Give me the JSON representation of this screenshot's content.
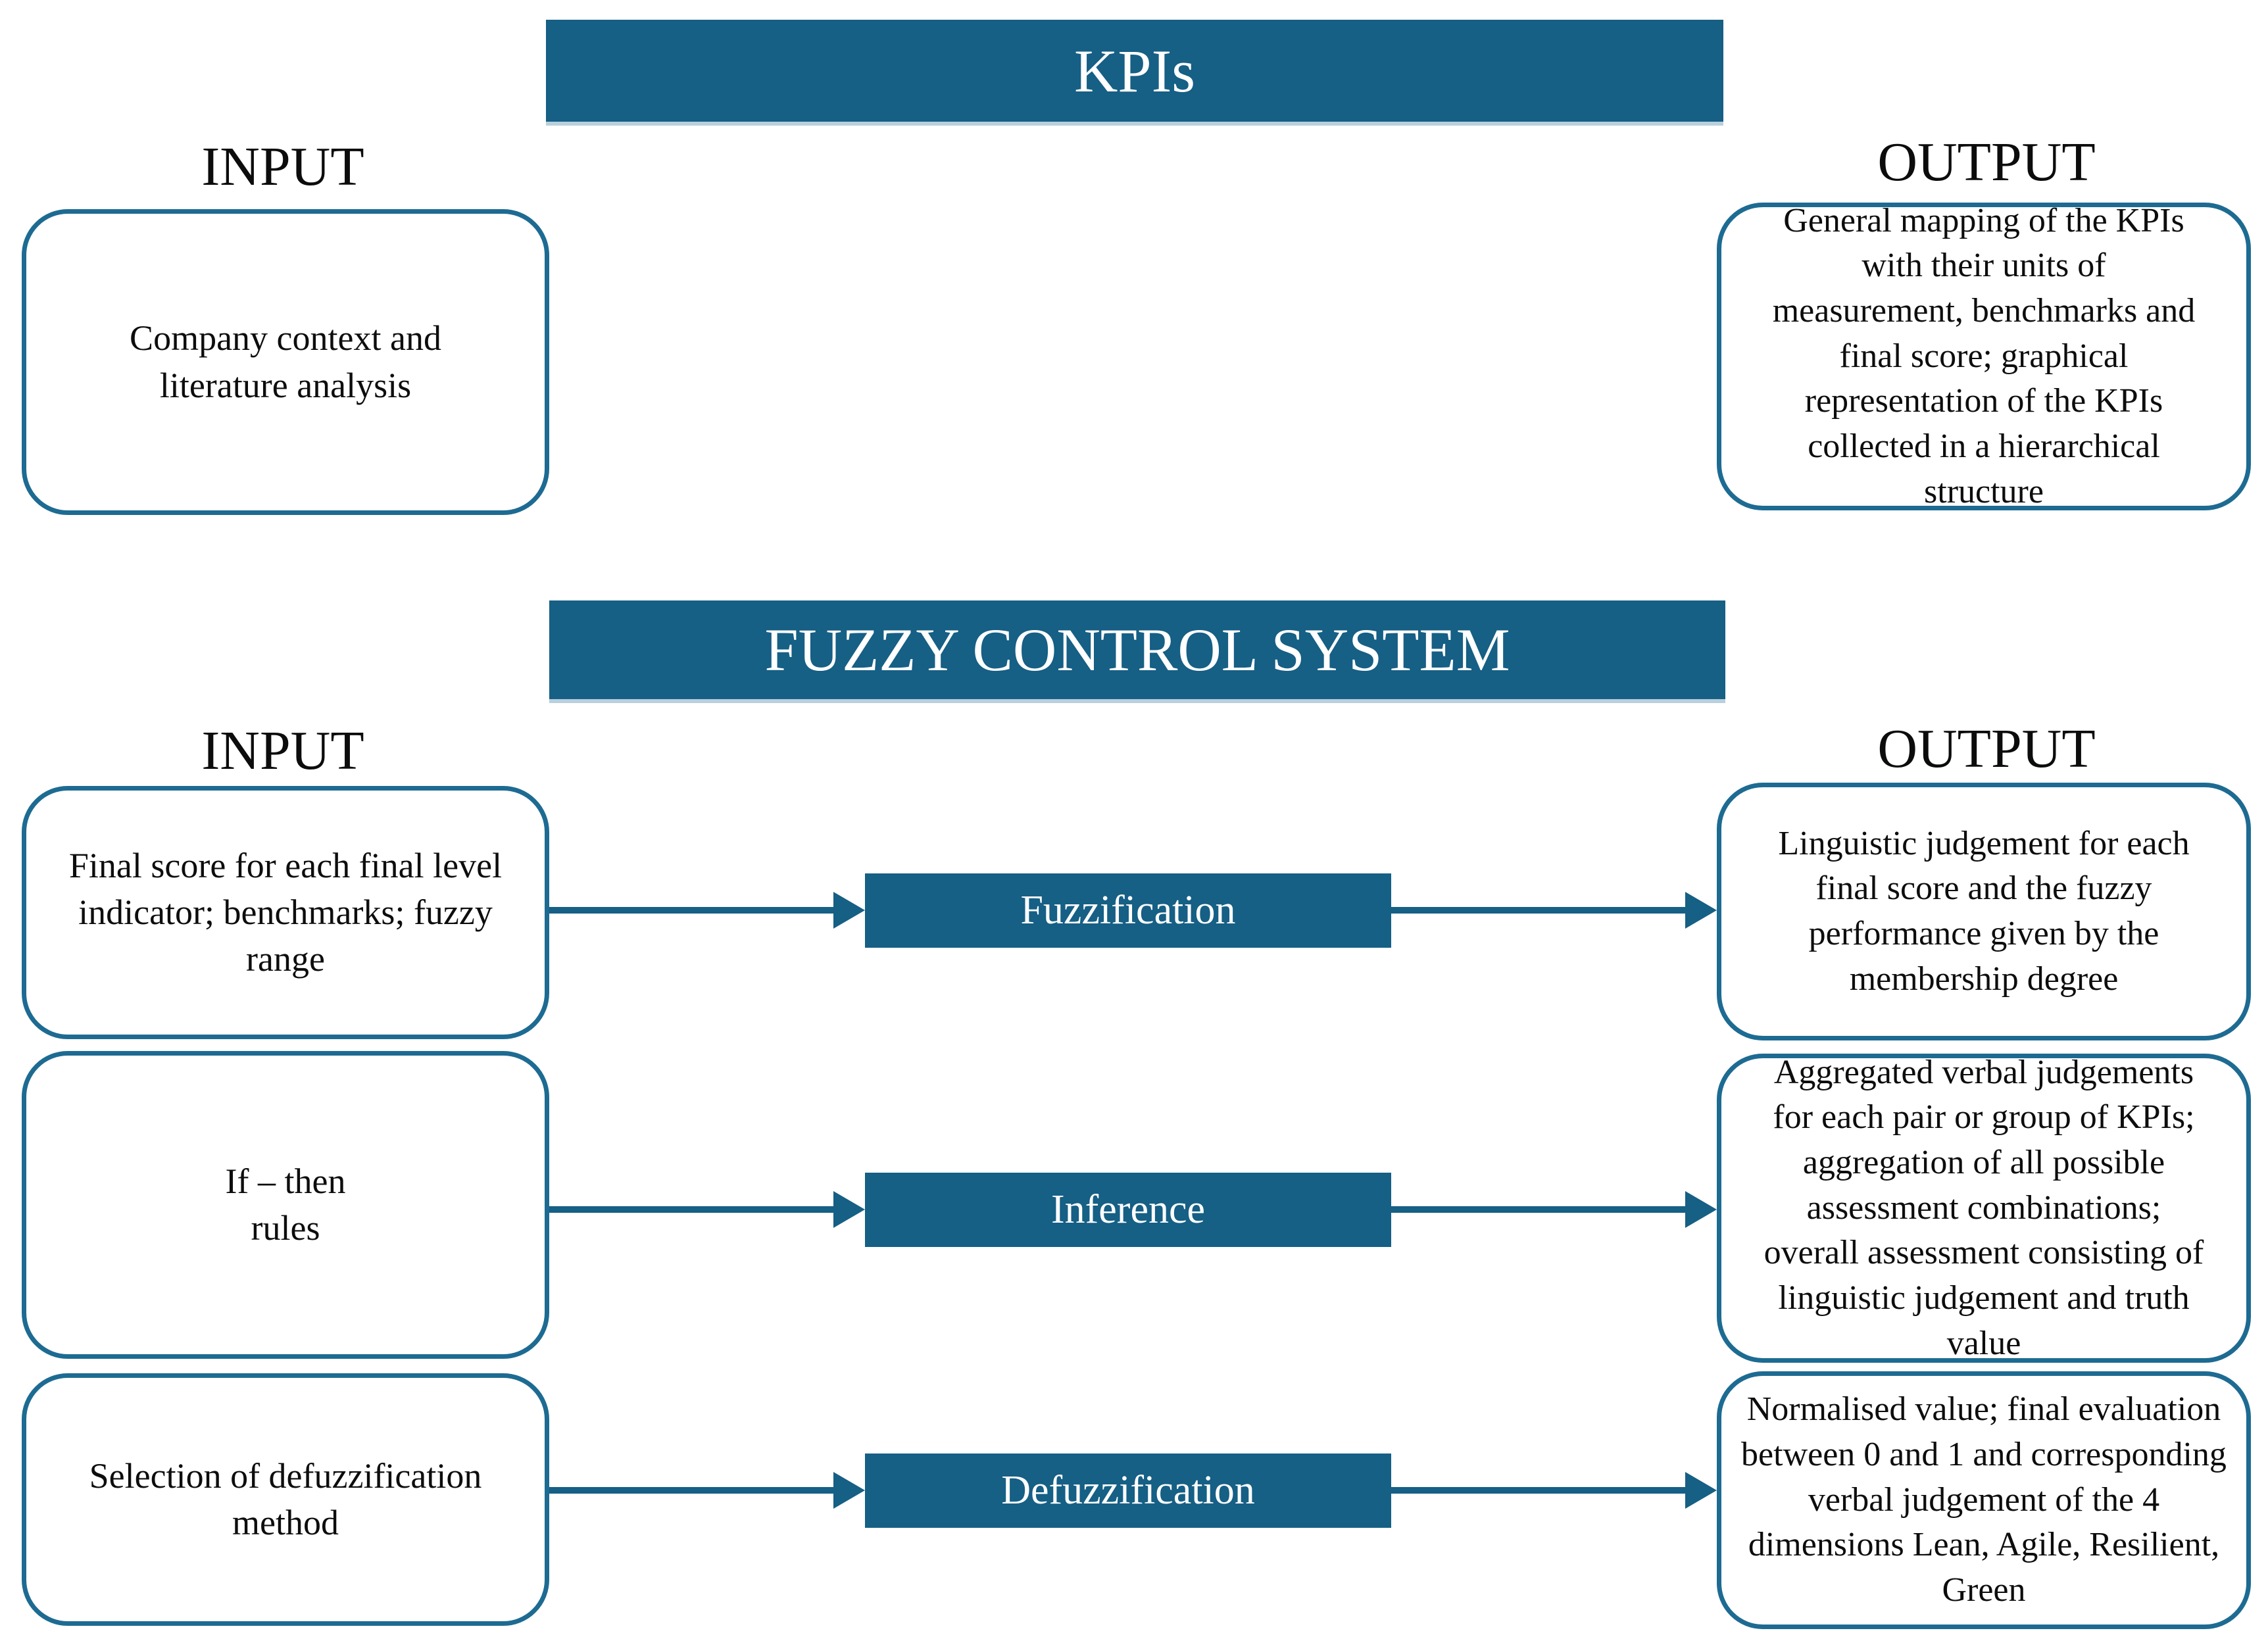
{
  "colors": {
    "accent_teal": "#165f85",
    "box_border_teal": "#1d6b92",
    "text_black": "#0d0d0d",
    "header_text_white": "#ffffff",
    "background": "#ffffff"
  },
  "kpis": {
    "header": "KPIs",
    "input_label": "INPUT",
    "output_label": "OUTPUT",
    "input_box": "Company context and\nliterature analysis",
    "output_box": "General mapping of the KPIs\nwith their units of\nmeasurement, benchmarks and\nfinal score; graphical\nrepresentation of the KPIs\ncollected in a hierarchical\nstructure"
  },
  "fuzzy": {
    "header": "FUZZY CONTROL SYSTEM",
    "input_label": "INPUT",
    "output_label": "OUTPUT",
    "rows": [
      {
        "input": "Final score for each final level\nindicator; benchmarks; fuzzy\nrange",
        "process": "Fuzzification",
        "output": "Linguistic judgement for each\nfinal score and the fuzzy\nperformance given by the\nmembership degree"
      },
      {
        "input": "If – then\nrules",
        "process": "Inference",
        "output": "Aggregated verbal judgements\nfor each pair or group of KPIs;\naggregation of all possible\nassessment combinations;\noverall assessment consisting of\nlinguistic judgement and truth\nvalue"
      },
      {
        "input": "Selection of defuzzification\nmethod",
        "process": "Defuzzification",
        "output": "Normalised value; final evaluation\nbetween 0 and 1 and corresponding\nverbal judgement of the 4\ndimensions Lean, Agile, Resilient,\nGreen"
      }
    ]
  }
}
